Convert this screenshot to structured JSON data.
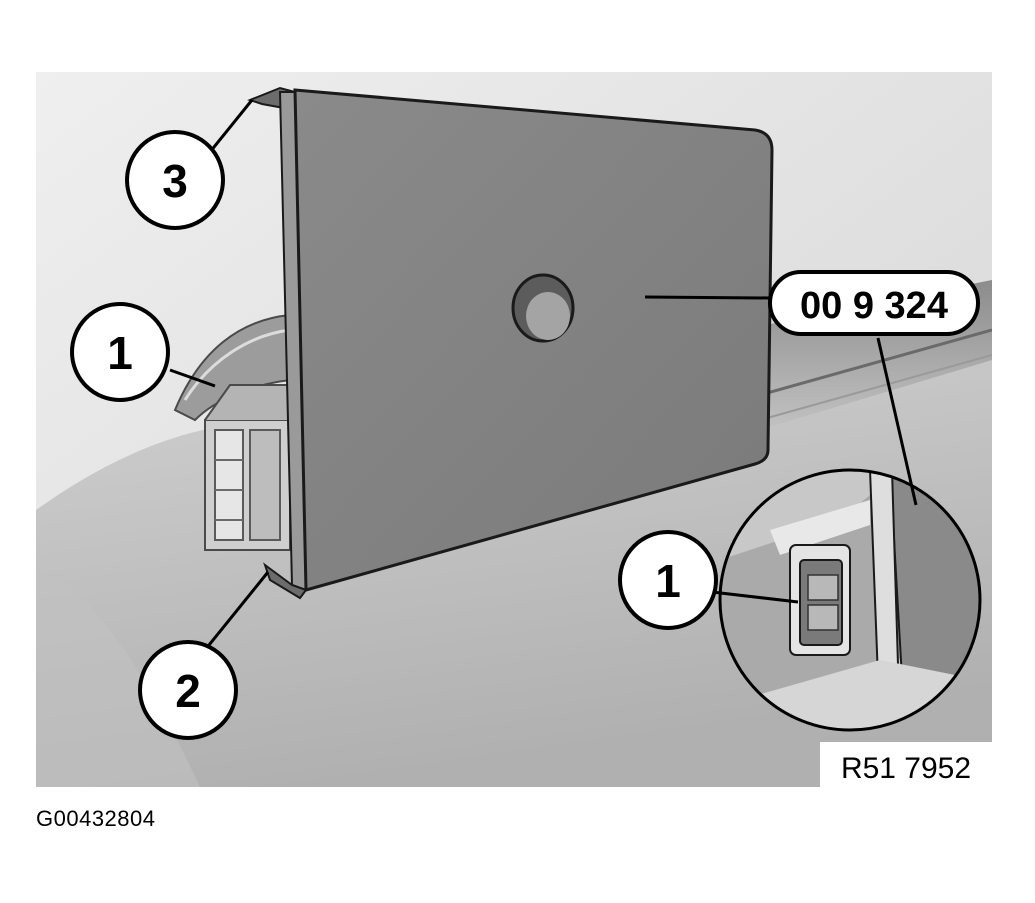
{
  "figure": {
    "callouts": [
      {
        "id": "callout-3",
        "label": "3"
      },
      {
        "id": "callout-1-upper",
        "label": "1"
      },
      {
        "id": "callout-2",
        "label": "2"
      },
      {
        "id": "callout-1-detail",
        "label": "1"
      }
    ],
    "tool_label": "00 9 324",
    "figure_ref": "R51 7952"
  },
  "document": {
    "id": "G00432804"
  }
}
